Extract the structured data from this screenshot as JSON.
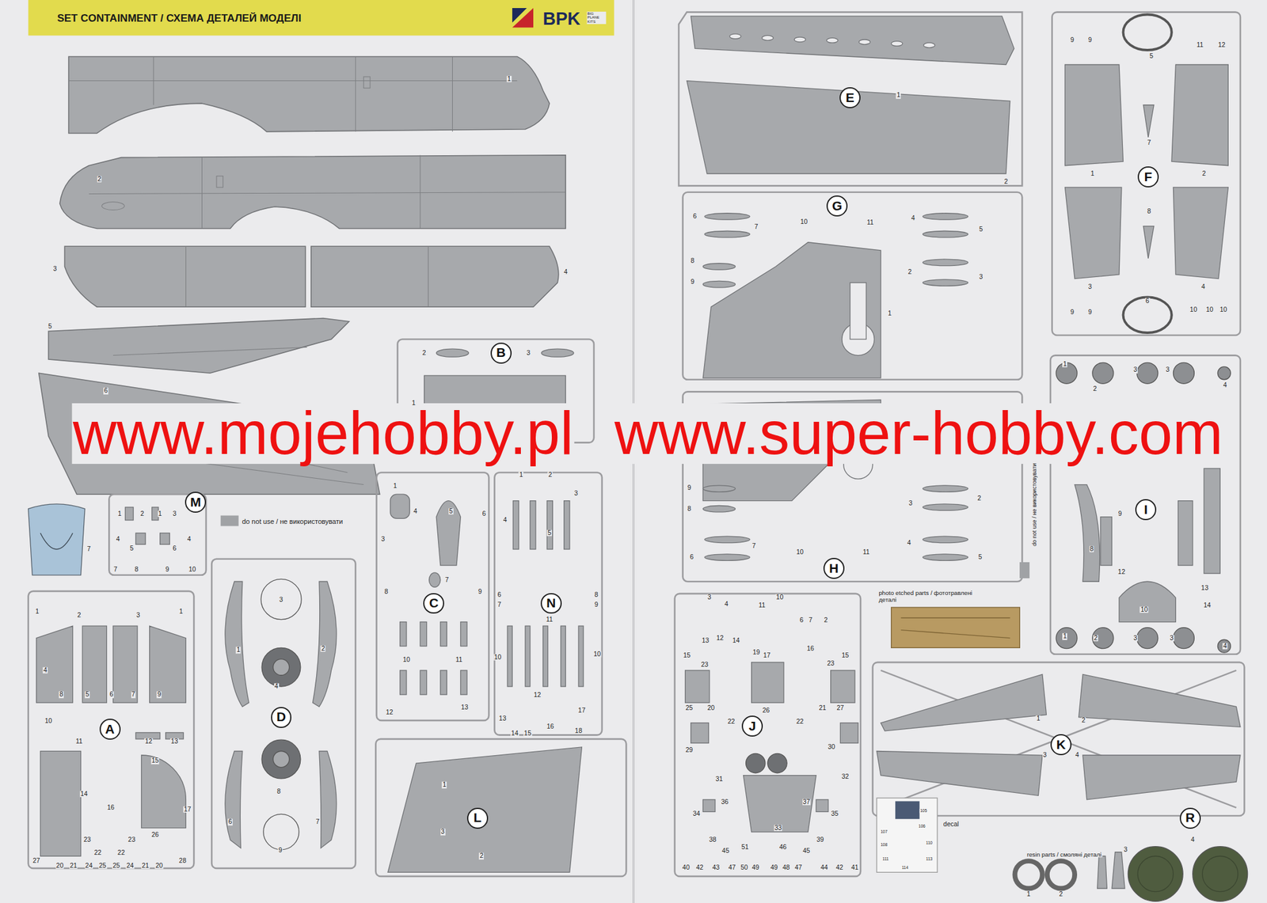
{
  "diagram": {
    "title": "SET CONTAINMENT / СХЕМА ДЕТАЛЕЙ МОДЕЛІ",
    "nodes": [
      {
        "text": [
          "B"
        ]
      },
      {
        "text": [
          "M"
        ]
      },
      {
        "text": [
          "C"
        ]
      },
      {
        "text": [
          "N"
        ]
      },
      {
        "text": [
          "A"
        ]
      },
      {
        "text": [
          "D"
        ]
      },
      {
        "text": [
          "L"
        ]
      },
      {
        "text": [
          "E"
        ]
      },
      {
        "text": [
          "G"
        ]
      },
      {
        "text": [
          "F"
        ]
      },
      {
        "text": [
          "H"
        ]
      },
      {
        "text": [
          "I"
        ]
      },
      {
        "text": [
          "J"
        ]
      },
      {
        "text": [
          "K"
        ]
      },
      {
        "text": [
          "R"
        ]
      }
    ],
    "labels": [
      "BIG PLANE KITS",
      "BPK",
      "www.mojehobby.pl",
      "www.super-hobby.com",
      "1",
      "2",
      "3",
      "4",
      "5",
      "6",
      "2",
      "3",
      "1",
      "1",
      "2",
      "1",
      "3",
      "4",
      "5",
      "6",
      "4",
      "7",
      "7",
      "8",
      "9",
      "10",
      "1",
      "2",
      "3",
      "1",
      "4",
      "8",
      "5",
      "6",
      "7",
      "9",
      "10",
      "11",
      "12",
      "13",
      "14",
      "16",
      "15",
      "17",
      "23",
      "23",
      "22",
      "22",
      "26",
      "27",
      "20",
      "21",
      "24",
      "25",
      "25",
      "24",
      "21",
      "20",
      "28",
      "3",
      "1",
      "2",
      "4",
      "8",
      "6",
      "7",
      "9",
      "1",
      "4",
      "5",
      "6",
      "3",
      "7",
      "8",
      "9",
      "10",
      "11",
      "12",
      "13",
      "1",
      "2",
      "3",
      "4",
      "5",
      "6",
      "7",
      "8",
      "9",
      "11",
      "10",
      "10",
      "12",
      "13",
      "14",
      "15",
      "16",
      "17",
      "18",
      "1",
      "3",
      "2",
      "1",
      "2",
      "6",
      "7",
      "10",
      "11",
      "4",
      "5",
      "8",
      "9",
      "2",
      "3",
      "1",
      "9",
      "9",
      "5",
      "11",
      "12",
      "1",
      "7",
      "2",
      "8",
      "3",
      "4",
      "6",
      "9",
      "9",
      "10",
      "10",
      "10",
      "9",
      "8",
      "3",
      "2",
      "7",
      "4",
      "6",
      "10",
      "11",
      "5",
      "1",
      "2",
      "3",
      "3",
      "4",
      "8",
      "9",
      "12",
      "10",
      "13",
      "14",
      "1",
      "2",
      "3",
      "3",
      "4",
      "photo etched parts / фототравлені деталі",
      "3",
      "4",
      "11",
      "10",
      "6",
      "7",
      "2",
      "15",
      "13",
      "12",
      "14",
      "19",
      "17",
      "16",
      "15",
      "23",
      "23",
      "26",
      "25",
      "20",
      "21",
      "27",
      "22",
      "22",
      "29",
      "30",
      "31",
      "32",
      "34",
      "36",
      "33",
      "37",
      "35",
      "38",
      "39",
      "40",
      "42",
      "43",
      "47",
      "50",
      "49",
      "45",
      "51",
      "46",
      "45",
      "49",
      "48",
      "47",
      "44",
      "42",
      "41",
      "105",
      "106",
      "107",
      "108",
      "110",
      "111",
      "113",
      "114",
      "decal",
      "1",
      "2",
      "3",
      "4",
      "resin parts / смоляні деталі",
      "1",
      "2",
      "3",
      "4"
    ],
    "legend": [
      {
        "text": "do not use / не використовувати",
        "color": "#a0a2a5"
      },
      {
        "text": "do not use / не використовувати",
        "color": "#a0a2a5"
      }
    ]
  }
}
